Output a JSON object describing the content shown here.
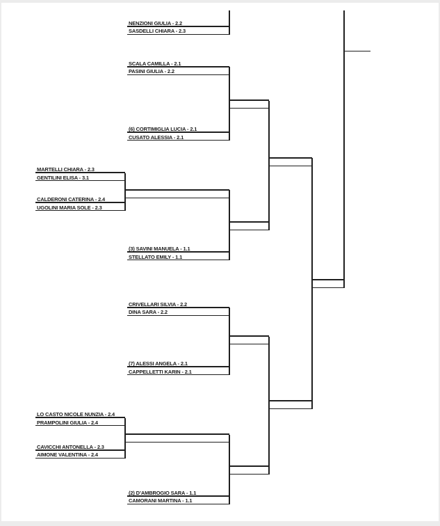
{
  "page": {
    "background": "#ffffff",
    "frame_color": "#ececec",
    "line_color": "#1f1f1f",
    "text_color": "#1a1a1a"
  },
  "bracket": {
    "type": "single-elimination-tournament-draw",
    "matches": [
      {
        "id": "m1",
        "players": [
          "NENZIONI GIULIA - 2.2",
          "SASDELLI CHIARA - 2.3"
        ]
      },
      {
        "id": "m2",
        "players": [
          "SCALA CAMILLA - 2.1",
          "PASINI GIULIA - 2.2"
        ]
      },
      {
        "id": "m3",
        "players": [
          "(6) CORTIMIGLIA LUCIA - 2.1",
          "CUSATO ALESSIA - 2.1"
        ]
      },
      {
        "id": "m4",
        "players": [
          "MARTELLI CHIARA - 2.3",
          "GENTILINI ELISA - 3.1"
        ]
      },
      {
        "id": "m5",
        "players": [
          "CALDERONI CATERINA - 2.4",
          "UGOLINI MARIA SOLE - 2.3"
        ]
      },
      {
        "id": "m6",
        "players": [
          "(3) SAVINI MANUELA - 1.1",
          "STELLATO EMILY - 1.1"
        ]
      },
      {
        "id": "m7",
        "players": [
          "CRIVELLARI SILVIA - 2.2",
          "DINA SARA - 2.2"
        ]
      },
      {
        "id": "m8",
        "players": [
          "(7) ALESSI ANGELA - 2.1",
          "CAPPELLETTI KARIN - 2.1"
        ]
      },
      {
        "id": "m9",
        "players": [
          "LO CASTO NICOLE NUNZIA - 2.4",
          "PRAMPOLINI GIULIA - 2.4"
        ]
      },
      {
        "id": "m10",
        "players": [
          "CAVICCHI ANTONELLA - 2.3",
          "AIMONE VALENTINA - 2.4"
        ]
      },
      {
        "id": "m11",
        "players": [
          "(2) D’AMBROGIO SARA - 1.1",
          "CAMORANI MARTINA - 1.1"
        ]
      }
    ]
  }
}
